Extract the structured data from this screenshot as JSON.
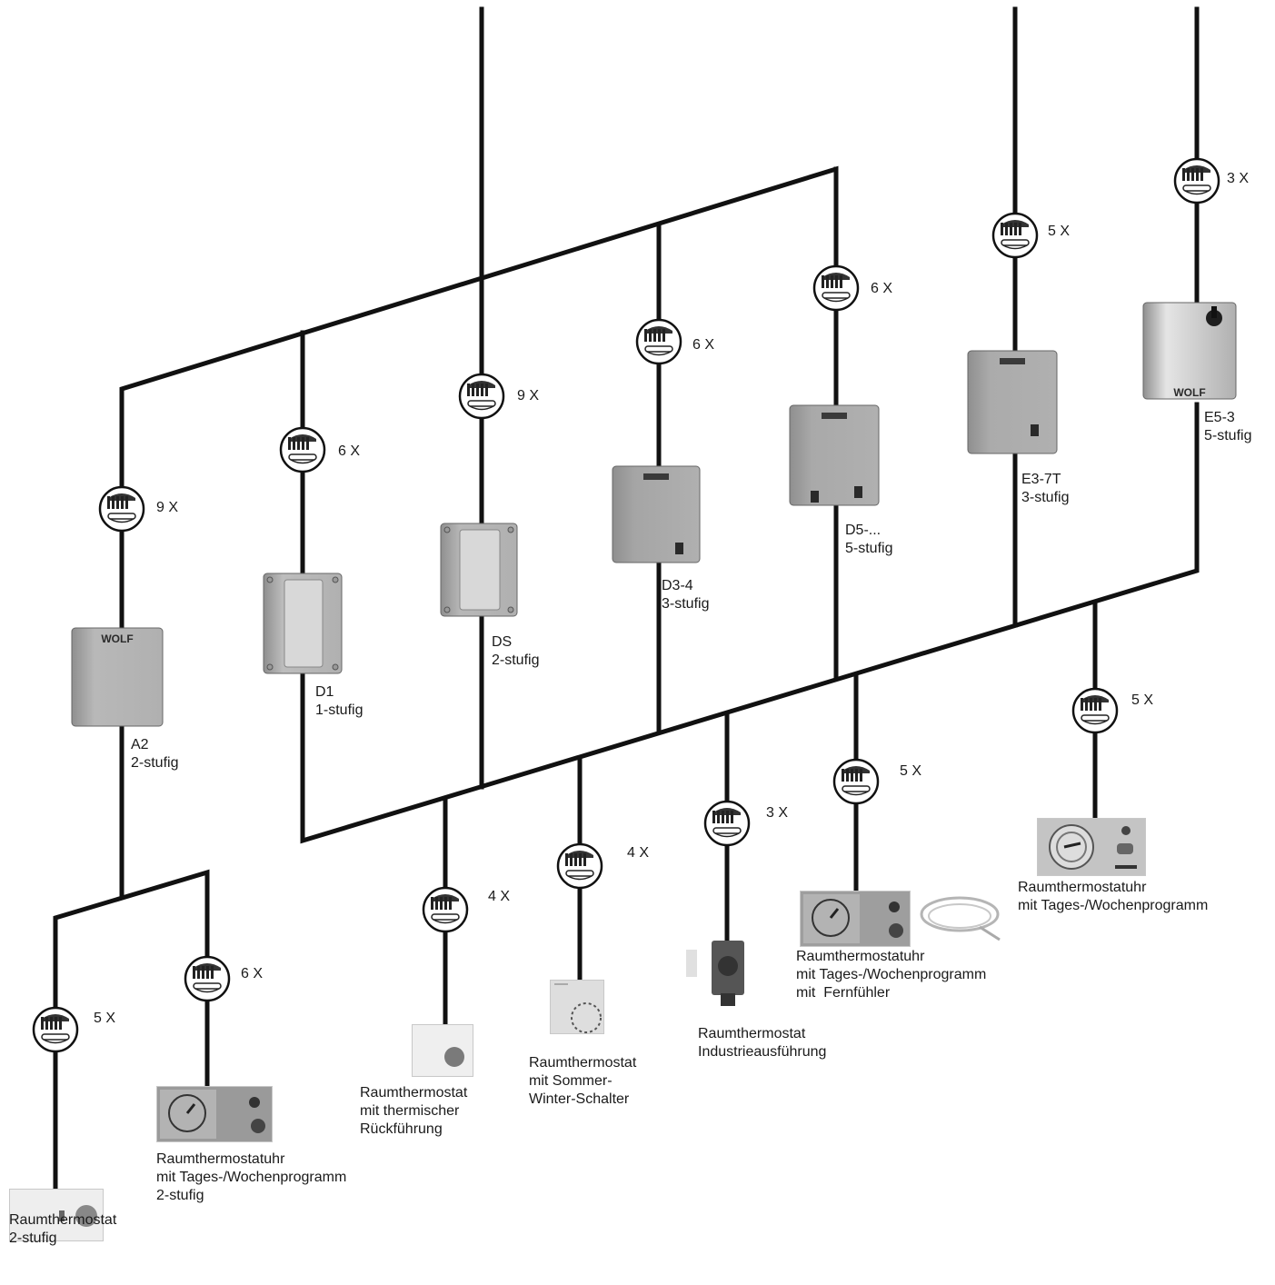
{
  "controllers": [
    {
      "id": "A2",
      "name": "A2",
      "stufen": "2-stufig",
      "count": "9 X"
    },
    {
      "id": "D1",
      "name": "D1",
      "stufen": "1-stufig",
      "count": "6 X"
    },
    {
      "id": "DS",
      "name": "DS",
      "stufen": "2-stufig",
      "count": "9 X"
    },
    {
      "id": "D3-4",
      "name": "D3-4",
      "stufen": "3-stufig",
      "count": "6 X"
    },
    {
      "id": "D5",
      "name": "D5-...",
      "stufen": "5-stufig",
      "count": "6 X"
    },
    {
      "id": "E3-7T",
      "name": "E3-7T",
      "stufen": "3-stufig",
      "count": "5 X"
    },
    {
      "id": "E5-3",
      "name": "E5-3",
      "stufen": "5-stufig",
      "count": "3 X"
    }
  ],
  "thermostats": [
    {
      "id": "rt-2stufig",
      "lines": [
        "Raumthermostat",
        "2-stufig"
      ],
      "count": "5 X"
    },
    {
      "id": "rtu-2stufig",
      "lines": [
        "Raumthermostatuhr",
        "mit Tages-/Wochenprogramm",
        "2-stufig"
      ],
      "count": "6 X"
    },
    {
      "id": "rt-therm",
      "lines": [
        "Raumthermostat",
        "mit thermischer",
        "Rückführung"
      ],
      "count": "4 X"
    },
    {
      "id": "rt-sommer",
      "lines": [
        "Raumthermostat",
        "mit Sommer-",
        "Winter-Schalter"
      ],
      "count": "4 X"
    },
    {
      "id": "rt-industrie",
      "lines": [
        "Raumthermostat",
        "Industrieausführung"
      ],
      "count": "3 X"
    },
    {
      "id": "rtu-fern",
      "lines": [
        "Raumthermostatuhr",
        "mit Tages-/Wochenprogramm",
        "mit  Fernfühler"
      ],
      "count": "5 X"
    },
    {
      "id": "rtu-tages",
      "lines": [
        "Raumthermostatuhr",
        "mit Tages-/Wochenprogramm"
      ],
      "count": "5 X"
    }
  ],
  "logo_text": "WOLF",
  "icons": {
    "connector": "cable-connector-icon"
  },
  "colors": {
    "wire": "#111111",
    "device_light": "#c9c9c9",
    "device_mid": "#a9a9a9",
    "device_dark": "#4a4a4a"
  }
}
